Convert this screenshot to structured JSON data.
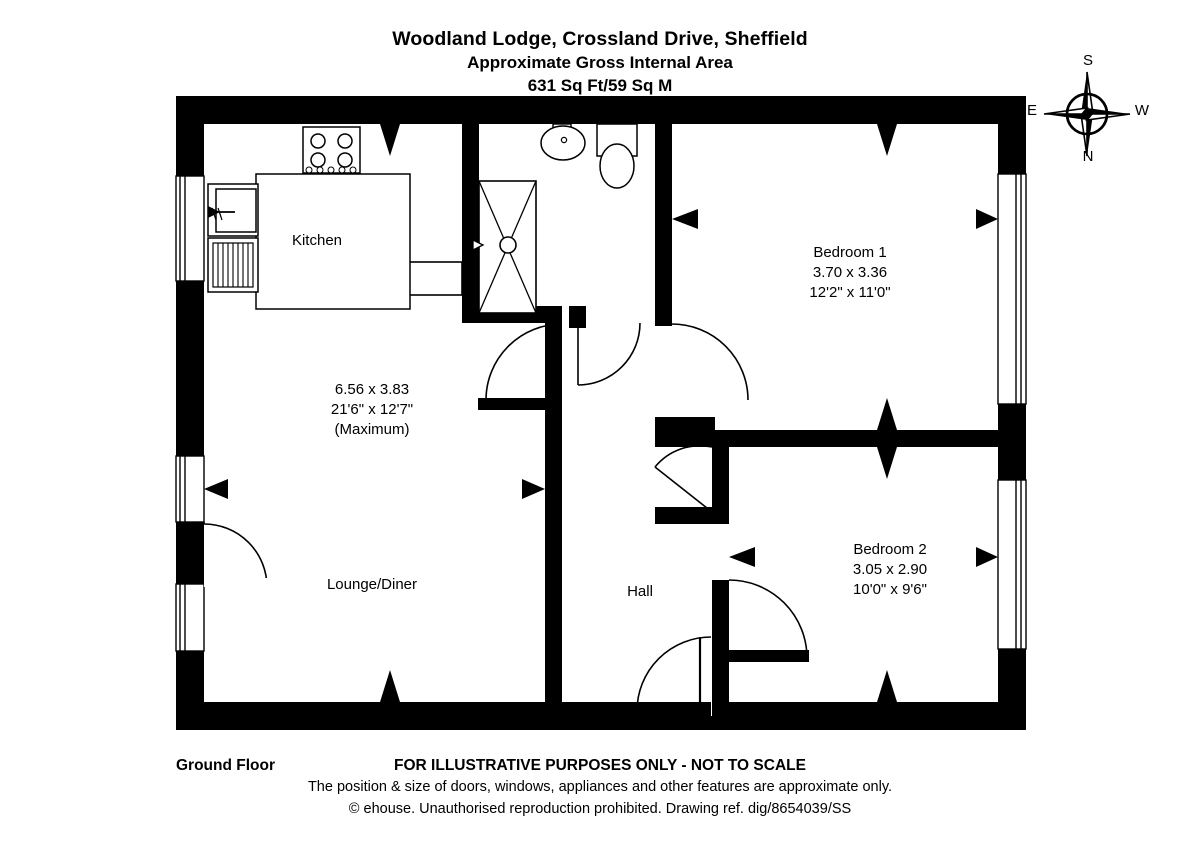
{
  "header": {
    "title": "Woodland Lodge, Crossland Drive, Sheffield",
    "subtitle": "Approximate Gross Internal Area",
    "area": "631 Sq Ft/59 Sq M"
  },
  "compass": {
    "top_label": "S",
    "bottom_label": "N",
    "left_label": "E",
    "right_label": "W"
  },
  "rooms": {
    "kitchen": {
      "name": "Kitchen"
    },
    "lounge_diner": {
      "name": "Lounge/Diner",
      "dimensions_m": "6.56 x 3.83",
      "dimensions_ft": "21'6\" x 12'7\"",
      "note": "(Maximum)"
    },
    "hall": {
      "name": "Hall"
    },
    "bedroom_1": {
      "name": "Bedroom 1",
      "dimensions_m": "3.70 x 3.36",
      "dimensions_ft": "12'2\" x 11'0\""
    },
    "bedroom_2": {
      "name": "Bedroom 2",
      "dimensions_m": "3.05 x 2.90",
      "dimensions_ft": "10'0\" x 9'6\""
    }
  },
  "fixtures": [
    {
      "name": "hob",
      "room": "kitchen"
    },
    {
      "name": "sink",
      "room": "kitchen"
    },
    {
      "name": "drainer",
      "room": "kitchen"
    },
    {
      "name": "worktop",
      "room": "kitchen"
    },
    {
      "name": "wash-basin",
      "room": "bathroom"
    },
    {
      "name": "wc",
      "room": "bathroom"
    },
    {
      "name": "bath",
      "room": "bathroom"
    }
  ],
  "footer": {
    "floor_label": "Ground Floor",
    "disclaimer": "FOR ILLUSTRATIVE PURPOSES ONLY - NOT TO SCALE",
    "note": "The position & size of doors, windows, appliances and other features are approximate only.",
    "copyright": "© ehouse. Unauthorised reproduction prohibited. Drawing ref. dig/8654039/SS"
  },
  "colors": {
    "wall": "#000000",
    "background": "#ffffff",
    "line": "#000000"
  }
}
